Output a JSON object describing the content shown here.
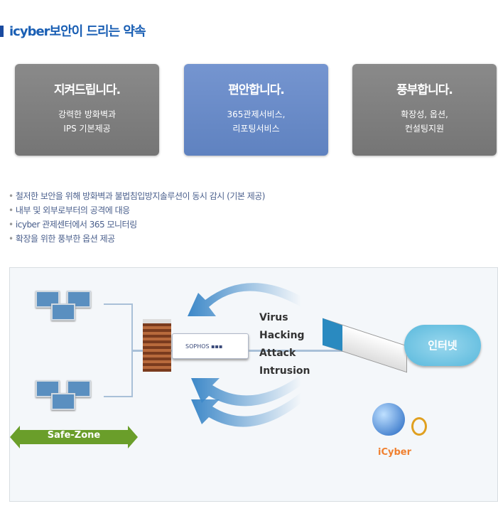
{
  "title": "icyber보안이 드리는 약속",
  "cards": [
    {
      "heading": "지켜드립니다.",
      "line1": "강력한 방화벽과",
      "line2": "IPS 기본제공"
    },
    {
      "heading": "편안합니다.",
      "line1": "365관제서비스,",
      "line2": "리포팅서비스"
    },
    {
      "heading": "풍부합니다.",
      "line1": "확장성, 옵션,",
      "line2": "컨설팅지원"
    }
  ],
  "bullets": [
    "철저한 보안을 위해 방화벽과 불법침입방지솔루션이 동시 감시 (기본 제공)",
    "내부 및 외부로부터의 공격에 대응",
    "icyber 관제센터에서 365 모니터링",
    "확장을 위한 풍부한 옵션 제공"
  ],
  "diagram": {
    "threats": [
      "Virus",
      "Hacking",
      "Attack",
      "Intrusion"
    ],
    "device_brand": "SOPHOS",
    "cloud": "인터넷",
    "zone": "Safe-Zone",
    "logo": "iCyber"
  }
}
